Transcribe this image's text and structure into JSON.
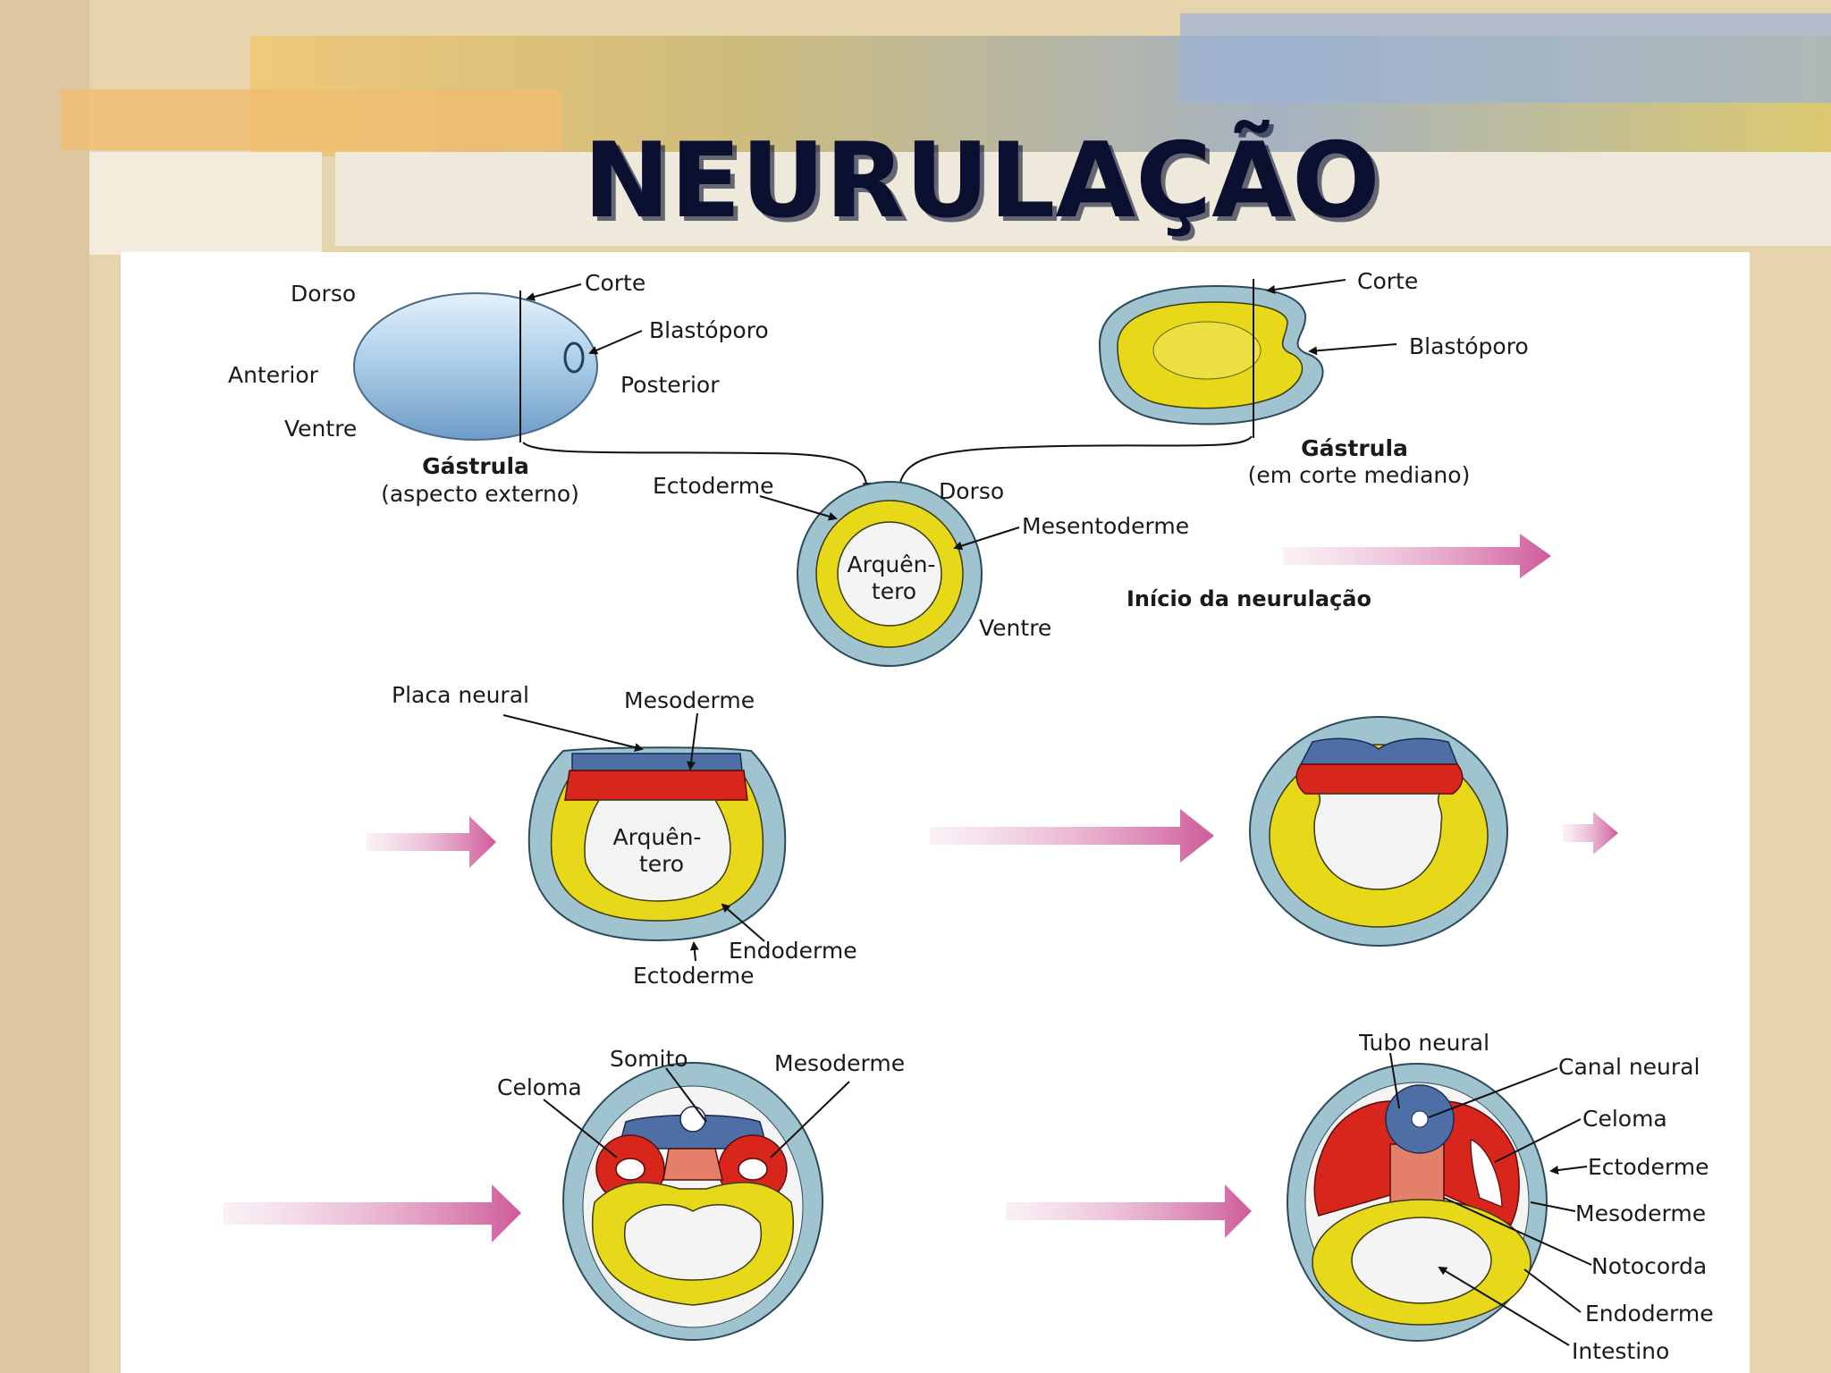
{
  "title": "NEURULAÇÃO",
  "colors": {
    "ectoderm": "#9fc3cf",
    "mesentoderm": "#e8d81a",
    "mesoderm_red": "#d9261c",
    "neural_blue": "#4d6fa6",
    "notochord": "#e4806a",
    "arrow_pink": "#d0629e",
    "page_bg": "#e6d4ad",
    "title": "#0b1030"
  },
  "top_left": {
    "dorso": "Dorso",
    "anterior": "Anterior",
    "ventre": "Ventre",
    "corte": "Corte",
    "blastoporo": "Blastóporo",
    "posterior": "Posterior",
    "caption_bold": "Gástrula",
    "caption": "(aspecto externo)"
  },
  "top_right": {
    "corte": "Corte",
    "blastoporo": "Blastóporo",
    "caption_bold": "Gástrula",
    "caption": "(em corte mediano)"
  },
  "middle": {
    "ectoderme": "Ectoderme",
    "dorso": "Dorso",
    "mesentoderme": "Mesentoderme",
    "arquen_1": "Arquên-",
    "arquen_2": "tero",
    "ventre": "Ventre",
    "inicio": "Início da neurulação"
  },
  "row2": {
    "placa_neural": "Placa neural",
    "mesoderme": "Mesoderme",
    "arquen_1": "Arquên-",
    "arquen_2": "tero",
    "endoderme": "Endoderme",
    "ectoderme": "Ectoderme"
  },
  "row3_left": {
    "somito": "Somito",
    "celoma": "Celoma",
    "mesoderme": "Mesoderme"
  },
  "row3_right": {
    "tubo_neural": "Tubo neural",
    "canal_neural": "Canal neural",
    "celoma": "Celoma",
    "ectoderme": "Ectoderme",
    "mesoderme": "Mesoderme",
    "notocorda": "Notocorda",
    "endoderme": "Endoderme",
    "intestino": "Intestino"
  }
}
